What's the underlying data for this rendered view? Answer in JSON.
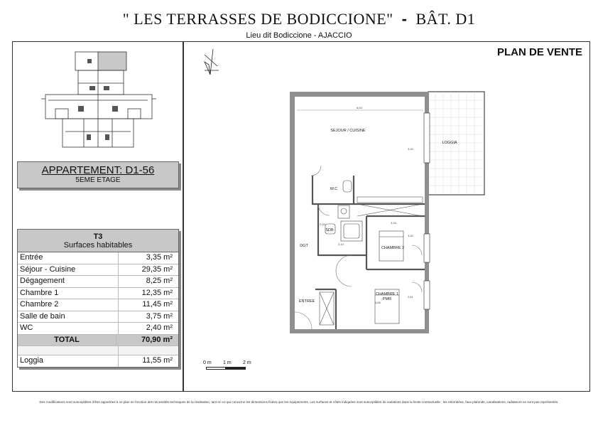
{
  "header": {
    "title": "\" LES TERRASSES DE BODICCIONE\"",
    "dash": "-",
    "building": "BÂT.  D1",
    "subtitle": "Lieu dit Bodiccione - AJACCIO"
  },
  "plan_title": "PLAN DE VENTE",
  "apartment": {
    "title": "APPARTEMENT: D1-56",
    "floor": "5EME ETAGE"
  },
  "surfaces": {
    "type": "T3",
    "subtitle": "Surfaces habitables",
    "rows": [
      {
        "name": "Entrée",
        "value": "3,35 m²"
      },
      {
        "name": "Séjour - Cuisine",
        "value": "29,35 m²"
      },
      {
        "name": "Dégagement",
        "value": "8,25 m²"
      },
      {
        "name": "Chambre 1",
        "value": "12,35 m²"
      },
      {
        "name": "Chambre 2",
        "value": "11,45 m²"
      },
      {
        "name": "Salle de bain",
        "value": "3,75 m²"
      },
      {
        "name": "WC",
        "value": "2,40 m²"
      }
    ],
    "total": {
      "name": "TOTAL",
      "value": "70,90 m²"
    },
    "loggia": {
      "name": "Loggia",
      "value": "11,55 m²"
    }
  },
  "rooms": {
    "sejour": "SEJOUR / CUISINE",
    "loggia": "LOGGIA",
    "wc": "W.C",
    "sdb": "SDB",
    "dgt": "DGT",
    "chambre2": "CHAMBRE 2",
    "chambre1": "CHAMBRE 1",
    "pmr": "PMR",
    "entree": "ENTREE"
  },
  "dimensions": {
    "sejour_width": "6,53",
    "sejour_depth": "3,32",
    "ch2_width": "3,33",
    "ch2_depth": "3,32",
    "sdb_depth": "2,00",
    "sdb_width": "2,10",
    "ch1_depth": "2,61",
    "ch1_width": "4,66"
  },
  "scale": {
    "label0": "0 m",
    "label1": "1 m",
    "label2": "2 m"
  },
  "footer": "Des modifications sont susceptibles d'être apportées à ce plan en fonction des nécessités techniques de la réalisation, tant en ce qui concerne les dimensions fixées que les équipements. Les surfaces et côtes indiquées sont susceptibles de variations dans la limite contractuelle ; les retombées, faux plafonds, canalisations, radiateurs ne sont pas représentés."
}
